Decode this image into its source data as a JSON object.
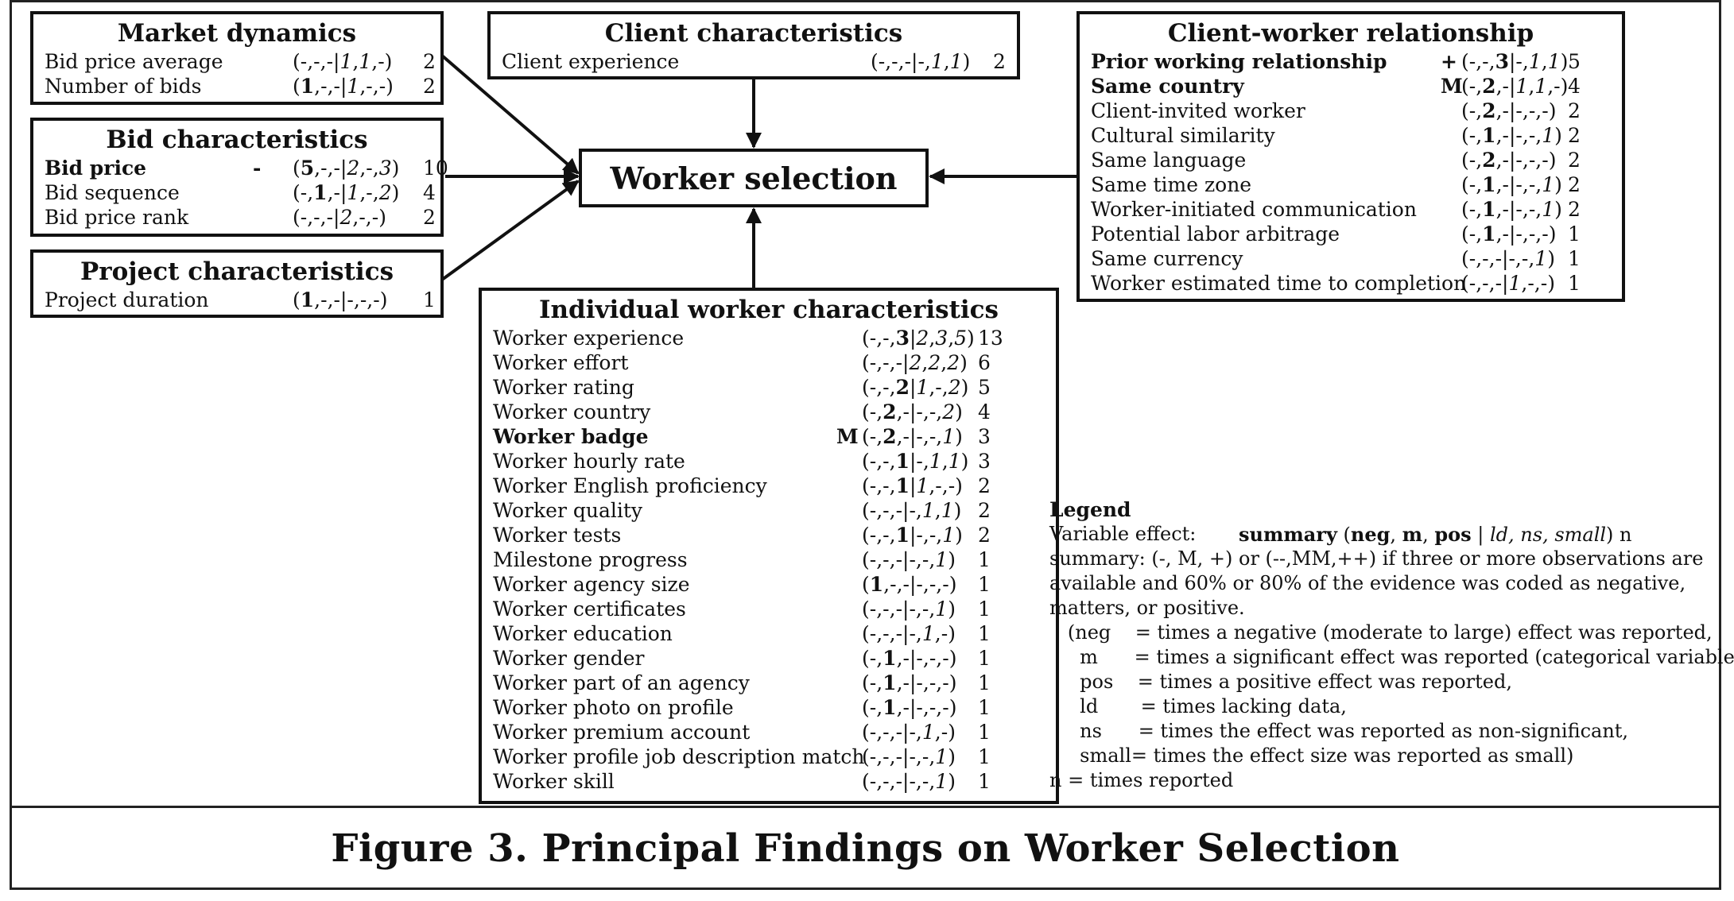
{
  "caption": "Figure 3. Principal Findings on Worker Selection",
  "center": "Worker selection",
  "boxes": {
    "market": {
      "title": "Market dynamics",
      "rows": [
        {
          "label": "Bid price average",
          "summary": "",
          "code": [
            "-",
            "-",
            "-",
            "1",
            "1",
            "-"
          ],
          "n": "2",
          "bold": false
        },
        {
          "label": "Number of bids",
          "summary": "",
          "code": [
            "1",
            "-",
            "-",
            "1",
            "-",
            "-"
          ],
          "n": "2",
          "bold": false
        }
      ]
    },
    "bid": {
      "title": "Bid characteristics",
      "rows": [
        {
          "label": "Bid price",
          "summary": "-",
          "code": [
            "5",
            "-",
            "-",
            "2",
            "-",
            "3"
          ],
          "n": "10",
          "bold": true
        },
        {
          "label": "Bid sequence",
          "summary": "",
          "code": [
            "-",
            "1",
            "-",
            "1",
            "-",
            "2"
          ],
          "n": "4",
          "bold": false
        },
        {
          "label": "Bid price rank",
          "summary": "",
          "code": [
            "-",
            "-",
            "-",
            "2",
            "-",
            "-"
          ],
          "n": "2",
          "bold": false
        }
      ]
    },
    "project": {
      "title": "Project characteristics",
      "rows": [
        {
          "label": "Project duration",
          "summary": "",
          "code": [
            "1",
            "-",
            "-",
            "-",
            "-",
            "-"
          ],
          "n": "1",
          "bold": false
        }
      ]
    },
    "client": {
      "title": "Client characteristics",
      "rows": [
        {
          "label": "Client experience",
          "summary": "",
          "code": [
            "-",
            "-",
            "-",
            "-",
            "1",
            "1"
          ],
          "n": "2",
          "bold": false
        }
      ]
    },
    "relationship": {
      "title": "Client-worker relationship",
      "rows": [
        {
          "label": "Prior working relationship",
          "summary": "+",
          "code": [
            "-",
            "-",
            "3",
            "-",
            "1",
            "1"
          ],
          "n": "5",
          "bold": true
        },
        {
          "label": "Same country",
          "summary": "M",
          "code": [
            "-",
            "2",
            "-",
            "1",
            "1",
            "-"
          ],
          "n": "4",
          "bold": true
        },
        {
          "label": "Client-invited worker",
          "summary": "",
          "code": [
            "-",
            "2",
            "-",
            "-",
            "-",
            "-"
          ],
          "n": "2",
          "bold": false
        },
        {
          "label": "Cultural similarity",
          "summary": "",
          "code": [
            "-",
            "1",
            "-",
            "-",
            "-",
            "1"
          ],
          "n": "2",
          "bold": false
        },
        {
          "label": "Same language",
          "summary": "",
          "code": [
            "-",
            "2",
            "-",
            "-",
            "-",
            "-"
          ],
          "n": "2",
          "bold": false
        },
        {
          "label": "Same time zone",
          "summary": "",
          "code": [
            "-",
            "1",
            "-",
            "-",
            "-",
            "1"
          ],
          "n": "2",
          "bold": false
        },
        {
          "label": "Worker-initiated communication",
          "summary": "",
          "code": [
            "-",
            "1",
            "-",
            "-",
            "-",
            "1"
          ],
          "n": "2",
          "bold": false
        },
        {
          "label": "Potential labor arbitrage",
          "summary": "",
          "code": [
            "-",
            "1",
            "-",
            "-",
            "-",
            "-"
          ],
          "n": "1",
          "bold": false
        },
        {
          "label": "Same currency",
          "summary": "",
          "code": [
            "-",
            "-",
            "-",
            "-",
            "-",
            "1"
          ],
          "n": "1",
          "bold": false
        },
        {
          "label": "Worker estimated time to completion",
          "summary": "",
          "code": [
            "-",
            "-",
            "-",
            "1",
            "-",
            "-"
          ],
          "n": "1",
          "bold": false
        }
      ]
    },
    "individual": {
      "title": "Individual worker characteristics",
      "rows": [
        {
          "label": "Worker experience",
          "summary": "",
          "code": [
            "-",
            "-",
            "3",
            "2",
            "3",
            "5"
          ],
          "n": "13",
          "bold": false
        },
        {
          "label": "Worker effort",
          "summary": "",
          "code": [
            "-",
            "-",
            "-",
            "2",
            "2",
            "2"
          ],
          "n": "6",
          "bold": false
        },
        {
          "label": "Worker rating",
          "summary": "",
          "code": [
            "-",
            "-",
            "2",
            "1",
            "-",
            "2"
          ],
          "n": "5",
          "bold": false
        },
        {
          "label": "Worker country",
          "summary": "",
          "code": [
            "-",
            "2",
            "-",
            "-",
            "-",
            "2"
          ],
          "n": "4",
          "bold": false
        },
        {
          "label": "Worker badge",
          "summary": "M",
          "code": [
            "-",
            "2",
            "-",
            "-",
            "-",
            "1"
          ],
          "n": "3",
          "bold": true
        },
        {
          "label": "Worker hourly rate",
          "summary": "",
          "code": [
            "-",
            "-",
            "1",
            "-",
            "1",
            "1"
          ],
          "n": "3",
          "bold": false
        },
        {
          "label": "Worker English proficiency",
          "summary": "",
          "code": [
            "-",
            "-",
            "1",
            "1",
            "-",
            "-"
          ],
          "n": "2",
          "bold": false
        },
        {
          "label": "Worker quality",
          "summary": "",
          "code": [
            "-",
            "-",
            "-",
            "-",
            "1",
            "1"
          ],
          "n": "2",
          "bold": false
        },
        {
          "label": "Worker tests",
          "summary": "",
          "code": [
            "-",
            "-",
            "1",
            "-",
            "-",
            "1"
          ],
          "n": "2",
          "bold": false
        },
        {
          "label": "Milestone progress",
          "summary": "",
          "code": [
            "-",
            "-",
            "-",
            "-",
            "-",
            "1"
          ],
          "n": "1",
          "bold": false
        },
        {
          "label": "Worker agency size",
          "summary": "",
          "code": [
            "1",
            "-",
            "-",
            "-",
            "-",
            "-"
          ],
          "n": "1",
          "bold": false
        },
        {
          "label": "Worker certificates",
          "summary": "",
          "code": [
            "-",
            "-",
            "-",
            "-",
            "-",
            "1"
          ],
          "n": "1",
          "bold": false
        },
        {
          "label": "Worker education",
          "summary": "",
          "code": [
            "-",
            "-",
            "-",
            "-",
            "1",
            "-"
          ],
          "n": "1",
          "bold": false
        },
        {
          "label": "Worker gender",
          "summary": "",
          "code": [
            "-",
            "1",
            "-",
            "-",
            "-",
            "-"
          ],
          "n": "1",
          "bold": false
        },
        {
          "label": "Worker part of an agency",
          "summary": "",
          "code": [
            "-",
            "1",
            "-",
            "-",
            "-",
            "-"
          ],
          "n": "1",
          "bold": false
        },
        {
          "label": "Worker photo on profile",
          "summary": "",
          "code": [
            "-",
            "1",
            "-",
            "-",
            "-",
            "-"
          ],
          "n": "1",
          "bold": false
        },
        {
          "label": "Worker premium account",
          "summary": "",
          "code": [
            "-",
            "-",
            "-",
            "-",
            "1",
            "-"
          ],
          "n": "1",
          "bold": false
        },
        {
          "label": "Worker profile job description match",
          "summary": "",
          "code": [
            "-",
            "-",
            "-",
            "-",
            "-",
            "1"
          ],
          "n": "1",
          "bold": false
        },
        {
          "label": "Worker skill",
          "summary": "",
          "code": [
            "-",
            "-",
            "-",
            "-",
            "-",
            "1"
          ],
          "n": "1",
          "bold": false
        }
      ]
    }
  },
  "legend": {
    "title": "Legend",
    "variable_effect_label": "Variable effect:",
    "variable_effect_summary": "summary",
    "variable_effect_open": " (",
    "variable_effect_neg": "neg",
    "variable_effect_m": "m",
    "variable_effect_pos": "pos",
    "variable_effect_rest": "ld, ns, small",
    "variable_effect_close": ") n",
    "lines": [
      "summary: (-, M, +) or (--,MM,++) if three or more observations are",
      "available and 60% or 80% of the evidence was coded as negative,",
      "matters, or positive.",
      "   (neg    = times a negative (moderate to large) effect was reported,",
      "     m      = times a significant effect was reported (categorical variable),",
      "     pos    = times a positive effect was reported,",
      "     ld       = times lacking data,",
      "     ns      = times the effect was reported as non-significant,",
      "     small= times the effect size was reported as small)",
      "n = times reported"
    ]
  }
}
